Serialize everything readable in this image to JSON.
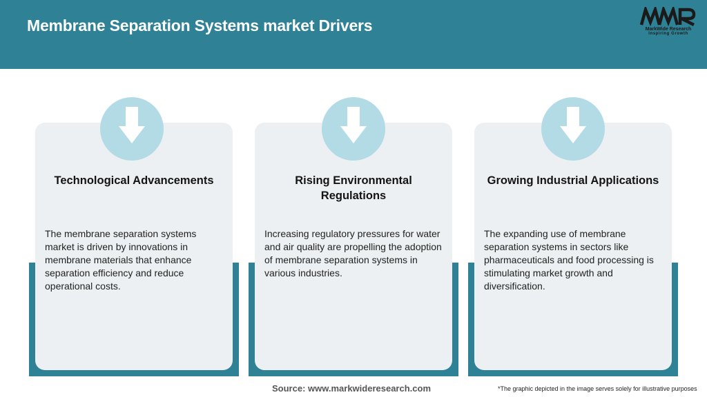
{
  "header": {
    "title": "Membrane Separation Systems market Drivers",
    "logo": {
      "mark": "MWR",
      "name": "MarkWide Research",
      "tagline": "Inspiring Growth"
    }
  },
  "cards": [
    {
      "title": "Technological Advancements",
      "text": "The membrane separation systems market is driven by innovations in membrane materials that enhance separation efficiency and reduce operational costs.",
      "icon": "down-arrow-icon"
    },
    {
      "title": "Rising Environmental Regulations",
      "text": "Increasing regulatory pressures for water and air quality are propelling the adoption of membrane separation systems in various industries.",
      "icon": "down-arrow-icon"
    },
    {
      "title": "Growing Industrial Applications",
      "text": "The expanding use of membrane separation systems in sectors like pharmaceuticals and food processing is stimulating market growth and diversification.",
      "icon": "down-arrow-icon"
    }
  ],
  "footer": {
    "source": "Source: www.markwideresearch.com",
    "note": "*The graphic depicted in the image serves solely for illustrative purposes"
  },
  "colors": {
    "primary": "#2f8296",
    "card_bg": "#edf0f2",
    "icon_circle": "#b3dbe6"
  }
}
